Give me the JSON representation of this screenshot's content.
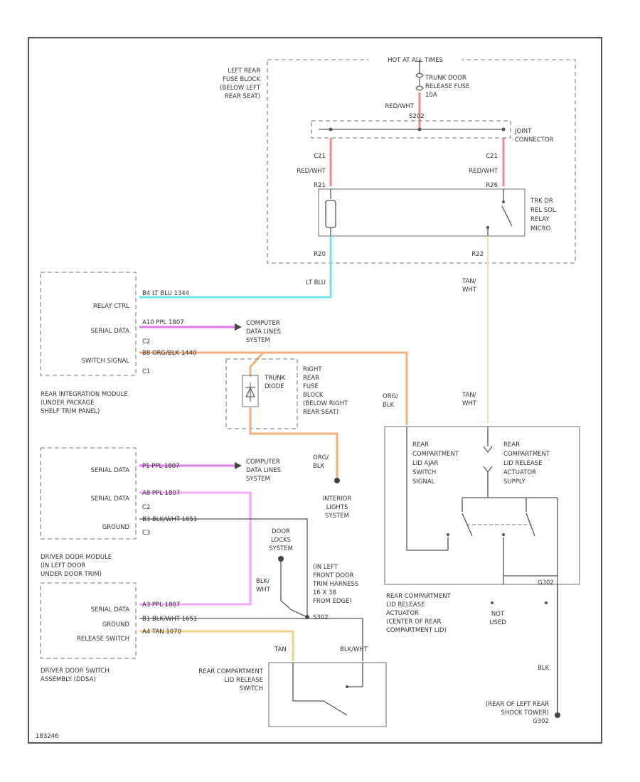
{
  "colors": {
    "red": "#f08a8a",
    "lt_blue": "#6fe4e8",
    "purple": "#e07ae8",
    "pink": "#f0a8f0",
    "orange": "#f0b080",
    "tan": "#f0d090",
    "tan_light": "#f0e0b0",
    "black": "#444444"
  },
  "labels": {
    "hot_at_all_times": "HOT AT ALL TIMES",
    "left_rear_fuse_block": [
      "LEFT REAR",
      "FUSE BLOCK",
      "(BELOW LEFT",
      "REAR SEAT)"
    ],
    "trunk_fuse": [
      "TRUNK DOOR",
      "RELEASE FUSE",
      "10A"
    ],
    "redwht_top": "RED/WHT",
    "s202": "S202",
    "joint_connector": [
      "JOINT",
      "CONNECTOR"
    ],
    "c1_left": "C21",
    "c1_right": "C21",
    "redwht_left": "RED/WHT",
    "redwht_right": "RED/WHT",
    "r21": "R21",
    "r26": "R26",
    "relay": [
      "TRK DR",
      "REL SOL",
      "RELAY",
      "MICRO"
    ],
    "r20": "R20",
    "r22": "R22",
    "lt_blu": "LT BLU",
    "tan_wht_1": [
      "TAN/",
      "WHT"
    ],
    "tan_wht_2": [
      "TAN/",
      "WHT"
    ],
    "relay_ctrl": "RELAY CTRL",
    "rim_serial_data": "SERIAL DATA",
    "switch_signal": "SWITCH SIGNAL",
    "w_relay": "B4  LT BLU   1344",
    "w_serial": "A10  PPL    1807",
    "w_switch": "B8  ORG/BLK  1440",
    "c2_rim": "C2",
    "c1_rim": "C1",
    "computer_data_1": [
      "COMPUTER",
      "DATA LINES",
      "SYSTEM"
    ],
    "computer_data_2": [
      "COMPUTER",
      "DATA LINES",
      "SYSTEM"
    ],
    "rim_name": [
      "REAR INTEGRATION MODULE",
      "(UNDER PACKAGE",
      "SHELF TRIM PANEL)"
    ],
    "right_rear_fuse": [
      "RIGHT",
      "REAR",
      "FUSE",
      "BLOCK",
      "(BELOW RIGHT",
      "REAR SEAT)"
    ],
    "trunk_diode": [
      "TRUNK",
      "DIODE"
    ],
    "org_blk_1": [
      "ORG/",
      "BLK"
    ],
    "org_blk_2": [
      "ORG/",
      "BLK"
    ],
    "interior_lights": [
      "INTERIOR",
      "LIGHTS",
      "SYSTEM"
    ],
    "ddm_serial_1": "SERIAL DATA",
    "ddm_serial_2": "SERIAL DATA",
    "ddm_ground": "GROUND",
    "w_ddm1": "P1   PPL   1807",
    "w_ddm2": "A8   PPL   1807",
    "w_ddm3": "B3   BLK/WHT  1651",
    "c2_ddm": "C2",
    "c3_ddm": "C3",
    "ddm_name": [
      "DRIVER DOOR MODULE",
      "(IN LEFT DOOR",
      "UNDER DOOR TRIM)"
    ],
    "door_locks": [
      "DOOR",
      "LOCKS",
      "SYSTEM"
    ],
    "blk_wht": [
      "BLK/",
      "WHT"
    ],
    "harness": [
      "(IN LEFT",
      "FRONT DOOR",
      "TRIM HARNESS",
      "16 X 38",
      "FROM EDGE)"
    ],
    "s302": "S302",
    "dds_serial": "SERIAL DATA",
    "dds_ground": "GROUND",
    "release_switch": "RELEASE SWITCH",
    "w_dds1": "A3   PPL   1807",
    "w_dds2": "B1   BLK/WHT  1651",
    "w_dds3": "A4   TAN   1070",
    "dds_name": [
      "DRIVER DOOR SWITCH",
      "ASSEMBLY (DDSA)"
    ],
    "tan_sw": "TAN",
    "blkwht_sw": "BLK/WHT",
    "sw_name": [
      "REAR COMPARTMENT",
      "LID RELEASE",
      "SWITCH"
    ],
    "act_left": [
      "REAR",
      "COMPARTMENT",
      "LID AJAR",
      "SWITCH",
      "SIGNAL"
    ],
    "act_right": [
      "REAR",
      "COMPARTMENT",
      "LID RELEASE",
      "ACTUATOR",
      "SUPPLY"
    ],
    "act_name": [
      "REAR COMPARTMENT",
      "LID RELEASE",
      "ACTUATOR",
      "(CENTER OF REAR",
      "COMPARTMENT LID)"
    ],
    "not_used": [
      "NOT",
      "USED"
    ],
    "blk": "BLK",
    "g302": [
      "(REAR OF LEFT REAR",
      "SHOCK TOWER)",
      "G302"
    ],
    "g302_short": "G302",
    "fig_id": "183246"
  }
}
